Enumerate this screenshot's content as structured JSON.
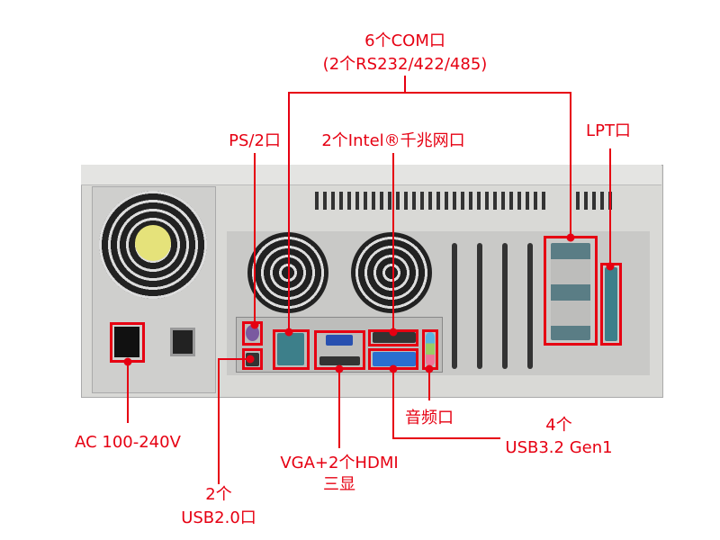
{
  "labels": {
    "com_line1": "6个COM口",
    "com_line2": "(2个RS232/422/485)",
    "ps2": "PS/2口",
    "lan": "2个Intel®千兆网口",
    "lpt": "LPT口",
    "ac": "AC 100-240V",
    "usb2_line1": "2个",
    "usb2_line2": "USB2.0口",
    "video_line1": "VGA+2个HDMI",
    "video_line2": "三显",
    "audio": "音频口",
    "usb3_line1": "4个",
    "usb3_line2": "USB3.2 Gen1"
  },
  "colors": {
    "accent": "#e60012",
    "chassis": "#d9d9d6"
  }
}
